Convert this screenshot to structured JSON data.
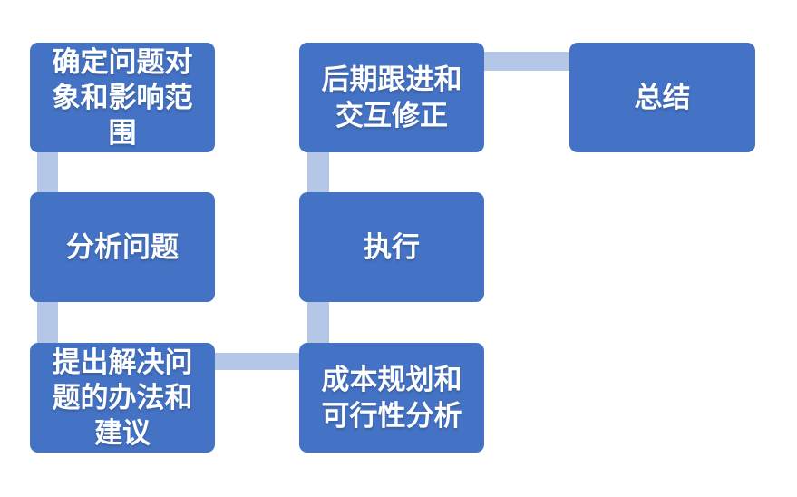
{
  "diagram": {
    "type": "process-flow",
    "colors": {
      "background": "#ffffff",
      "node_fill": "#4472C4",
      "connector_fill": "#B4C7E7",
      "text_color": "#ffffff"
    },
    "nodes": [
      {
        "label": "确定问题对象和影响范围"
      },
      {
        "label": "分析问题"
      },
      {
        "label": "提出解决问题的办法和建议"
      },
      {
        "label": "成本规划和可行性分析"
      },
      {
        "label": "执行"
      },
      {
        "label": "后期跟进和交互修正"
      },
      {
        "label": "总结"
      }
    ]
  }
}
